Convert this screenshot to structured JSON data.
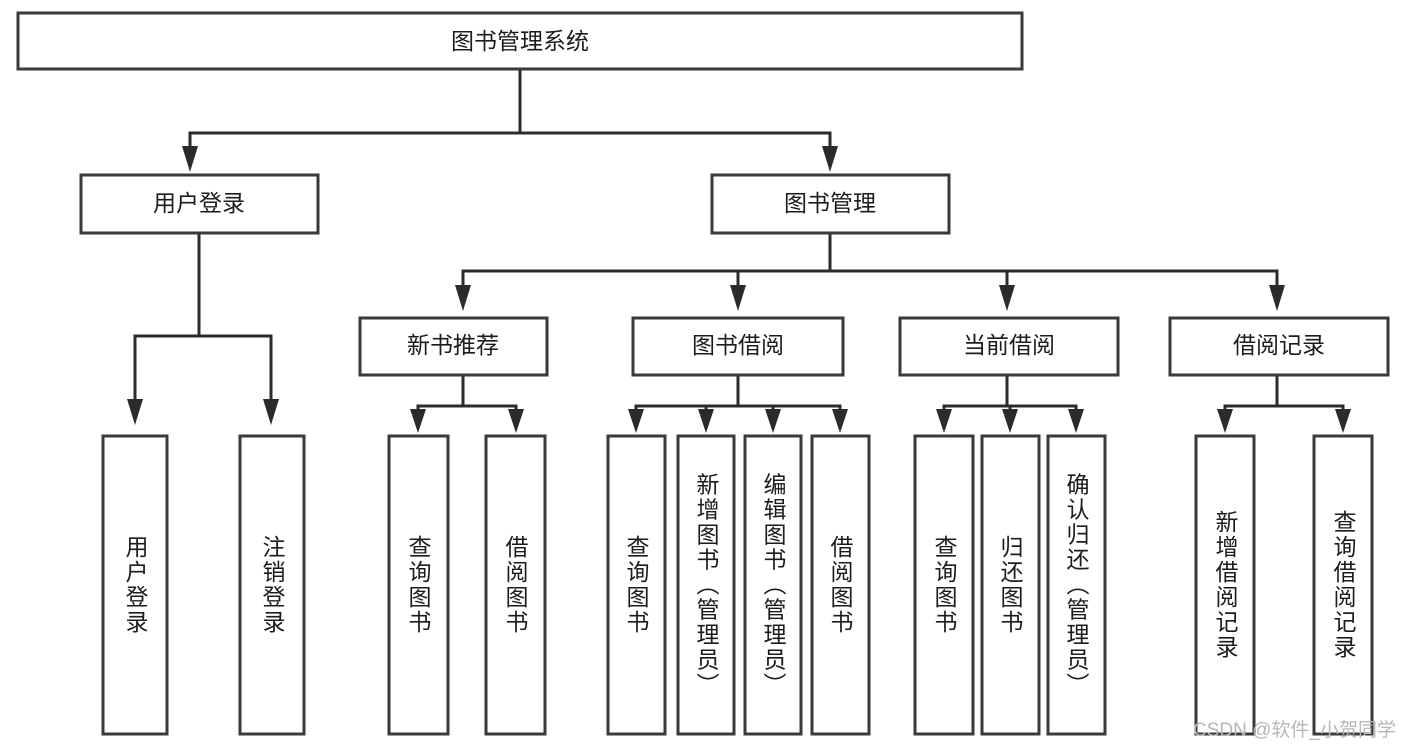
{
  "diagram": {
    "type": "hierarchy-tree",
    "title": "图书管理系统",
    "root": {
      "id": "root",
      "label": "图书管理系统"
    },
    "level2": [
      {
        "id": "user-login",
        "label": "用户登录"
      },
      {
        "id": "book-manage",
        "label": "图书管理"
      }
    ],
    "level3": [
      {
        "id": "new-book-recommend",
        "label": "新书推荐",
        "parent": "book-manage"
      },
      {
        "id": "book-borrow",
        "label": "图书借阅",
        "parent": "book-manage"
      },
      {
        "id": "current-borrow",
        "label": "当前借阅",
        "parent": "book-manage"
      },
      {
        "id": "borrow-record",
        "label": "借阅记录",
        "parent": "book-manage"
      }
    ],
    "leaves": {
      "user-login": [
        {
          "id": "leaf-user-login",
          "label": "用户登录"
        },
        {
          "id": "leaf-user-logout",
          "label": "注销登录"
        }
      ],
      "new-book-recommend": [
        {
          "id": "leaf-query-book-1",
          "label": "查询图书"
        },
        {
          "id": "leaf-borrow-book-1",
          "label": "借阅图书"
        }
      ],
      "book-borrow": [
        {
          "id": "leaf-query-book-2",
          "label": "查询图书"
        },
        {
          "id": "leaf-add-book",
          "label": "新增图书（管理员）"
        },
        {
          "id": "leaf-edit-book",
          "label": "编辑图书（管理员）"
        },
        {
          "id": "leaf-borrow-book-2",
          "label": "借阅图书"
        }
      ],
      "current-borrow": [
        {
          "id": "leaf-query-book-3",
          "label": "查询图书"
        },
        {
          "id": "leaf-return-book",
          "label": "归还图书"
        },
        {
          "id": "leaf-confirm-return",
          "label": "确认归还（管理员）"
        }
      ],
      "borrow-record": [
        {
          "id": "leaf-add-record",
          "label": "新增借阅记录"
        },
        {
          "id": "leaf-query-record",
          "label": "查询借阅记录"
        }
      ]
    }
  },
  "watermark": {
    "text": "CSDN @软件_小贺同学"
  },
  "colors": {
    "box_stroke": "#3a3a3a",
    "connector": "#2b2b2b",
    "text": "#1c1c1c",
    "background": "#ffffff",
    "watermark": "#b7b7b7"
  }
}
